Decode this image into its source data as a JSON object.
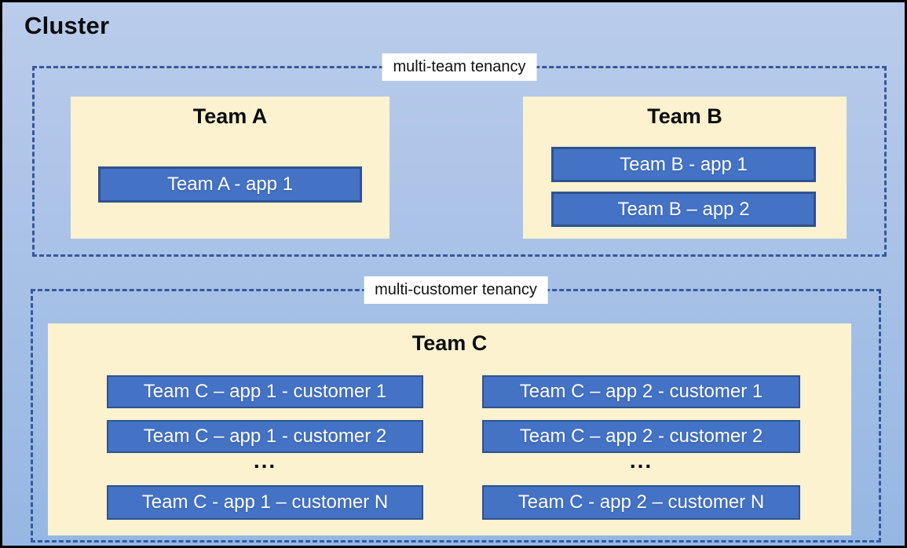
{
  "cluster": {
    "title": "Cluster"
  },
  "sections": [
    {
      "id": "multi-team",
      "label": "multi-team tenancy",
      "teams": [
        {
          "name": "Team A",
          "apps": [
            "Team A - app 1"
          ]
        },
        {
          "name": "Team B",
          "apps": [
            "Team B - app 1",
            "Team B – app 2"
          ]
        }
      ]
    },
    {
      "id": "multi-customer",
      "label": "multi-customer tenancy",
      "teams": [
        {
          "name": "Team C",
          "columns": [
            {
              "apps": [
                "Team C – app 1 - customer 1",
                "Team C – app 1 - customer 2"
              ],
              "ellipsis": "...",
              "last": "Team C - app 1 – customer N"
            },
            {
              "apps": [
                "Team C – app 2 - customer 1",
                "Team C – app 2 - customer 2"
              ],
              "ellipsis": "...",
              "last": "Team C - app 2 – customer N"
            }
          ]
        }
      ]
    }
  ],
  "colors": {
    "canvas_gradient_top": "#BACCEB",
    "canvas_gradient_bottom": "#96B7E3",
    "canvas_border": "#000000",
    "panel_fill": "#FDF2CF",
    "app_fill": "#4472C4",
    "app_border": "#2F528F",
    "app_text": "#FDFEFF",
    "dashed_border": "#35599D",
    "label_background": "#FFFFFF",
    "label_text": "#111111"
  }
}
